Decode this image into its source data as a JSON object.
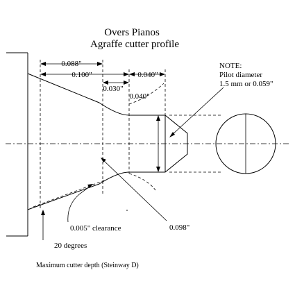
{
  "title": "Overs Pianos",
  "subtitle": "Agraffe cutter profile",
  "note": {
    "heading": "NOTE:",
    "line1": "Pilot diameter",
    "line2": "1.5 mm or 0.059\""
  },
  "dimensions": {
    "d_0088": "0.088\"",
    "d_0100": "0.100\"",
    "d_0040_top": "0.040\"",
    "d_0030": "0.030\"",
    "d_0040_mid": "0.040\"",
    "d_0098": "0.098\"",
    "clearance": "0.005\" clearance",
    "angle": "20 degrees",
    "max_depth": "Maximum cutter depth (Steinway D)"
  }
}
